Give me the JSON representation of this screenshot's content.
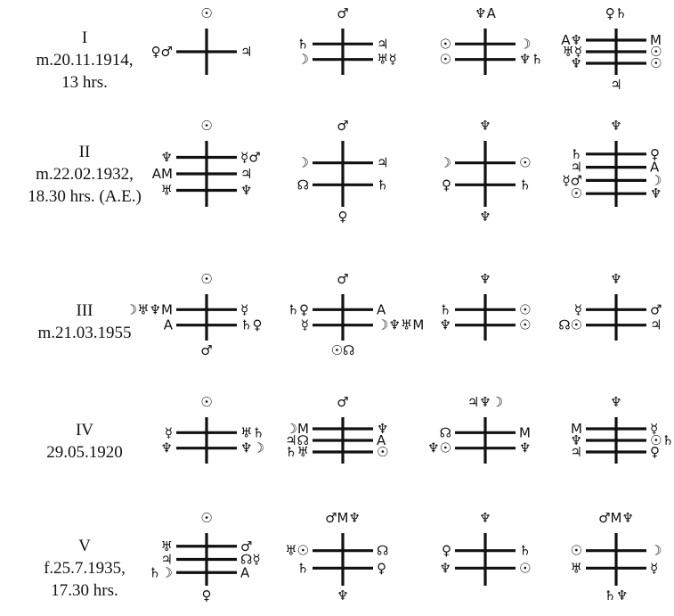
{
  "rows": [
    {
      "id": "I",
      "label": [
        "I",
        "m.20.11.1914,",
        "13 hrs."
      ],
      "diagrams": [
        {
          "top": "☉",
          "bottom": "",
          "bars": [
            {
              "left": "♀♂",
              "right": "♃"
            }
          ]
        },
        {
          "top": "♂",
          "bottom": "",
          "bars": [
            {
              "left": "♄",
              "right": "♃"
            },
            {
              "left": "☽",
              "right": "♅☿"
            }
          ]
        },
        {
          "top": "♆A",
          "bottom": "",
          "bars": [
            {
              "left": "☉",
              "right": "☽"
            },
            {
              "left": "☉",
              "right": "♆♄"
            }
          ]
        },
        {
          "top": "♀♄",
          "bottom": "♃",
          "bars": [
            {
              "left": "A♆",
              "right": "M"
            },
            {
              "left": "♅☿",
              "right": "☉"
            },
            {
              "left": "♆",
              "right": "☉"
            }
          ]
        }
      ]
    },
    {
      "id": "II",
      "label": [
        "II",
        "m.22.02.1932,",
        "18.30 hrs. (A.E.)"
      ],
      "diagrams": [
        {
          "top": "☉",
          "bottom": "",
          "bars": [
            {
              "left": "♆",
              "right": "☿♂"
            },
            {
              "left": "AM",
              "right": "♃"
            },
            {
              "left": "♅",
              "right": "♆"
            }
          ]
        },
        {
          "top": "♂",
          "bottom": "♀",
          "bars": [
            {
              "left": "☽",
              "right": "♃"
            },
            {
              "left": "☊",
              "right": "♄"
            }
          ]
        },
        {
          "top": "♆",
          "bottom": "♆",
          "bars": [
            {
              "left": "☽",
              "right": "☉"
            },
            {
              "left": "♀",
              "right": "♄"
            }
          ]
        },
        {
          "top": "♆",
          "bottom": "",
          "bars": [
            {
              "left": "♄",
              "right": "♀"
            },
            {
              "left": "♃",
              "right": "A"
            },
            {
              "left": "☿♂",
              "right": "☽"
            },
            {
              "left": "☉",
              "right": "♆"
            }
          ]
        }
      ]
    },
    {
      "id": "III",
      "label": [
        "III",
        "m.21.03.1955"
      ],
      "diagrams": [
        {
          "top": "☉",
          "bottom": "♂",
          "bars": [
            {
              "left": "☽♅♆M",
              "right": "☿"
            },
            {
              "left": "A",
              "right": "♄♀"
            }
          ]
        },
        {
          "top": "♂",
          "bottom": "☉☊",
          "bars": [
            {
              "left": "♄♀",
              "right": "A"
            },
            {
              "left": "☿",
              "right": "☽♆♅M"
            }
          ]
        },
        {
          "top": "♆",
          "bottom": "",
          "bars": [
            {
              "left": "♄",
              "right": "☉"
            },
            {
              "left": "♆",
              "right": "☉"
            }
          ]
        },
        {
          "top": "♆",
          "bottom": "",
          "bars": [
            {
              "left": "☿",
              "right": "♂"
            },
            {
              "left": "☊☉",
              "right": "♃"
            }
          ]
        }
      ]
    },
    {
      "id": "IV",
      "label": [
        "IV",
        "29.05.1920"
      ],
      "diagrams": [
        {
          "top": "☉",
          "bottom": "",
          "bars": [
            {
              "left": "☿",
              "right": "♅♄"
            },
            {
              "left": "♆",
              "right": "♆☽"
            }
          ]
        },
        {
          "top": "♂",
          "bottom": "",
          "bars": [
            {
              "left": "☽M",
              "right": "♆"
            },
            {
              "left": "♃☊",
              "right": "A"
            },
            {
              "left": "♄♅",
              "right": "☉"
            }
          ]
        },
        {
          "top": "♃♆☽",
          "bottom": "",
          "bars": [
            {
              "left": "☊",
              "right": "M"
            },
            {
              "left": "♆☉",
              "right": "♆"
            }
          ]
        },
        {
          "top": "♆",
          "bottom": "",
          "bars": [
            {
              "left": "M",
              "right": "☿"
            },
            {
              "left": "♆",
              "right": "☉♄"
            },
            {
              "left": "♃",
              "right": "♀"
            }
          ]
        }
      ]
    },
    {
      "id": "V",
      "label": [
        "V",
        "f.25.7.1935,",
        "17.30 hrs."
      ],
      "diagrams": [
        {
          "top": "☉",
          "bottom": "♀",
          "bars": [
            {
              "left": "♅",
              "right": "♂"
            },
            {
              "left": "♃",
              "right": "☊☿"
            },
            {
              "left": "♄☽",
              "right": "A"
            }
          ]
        },
        {
          "top": "♂M♆",
          "bottom": "♆",
          "bars": [
            {
              "left": "♅☉",
              "right": "☊"
            },
            {
              "left": "♄",
              "right": "♀"
            }
          ]
        },
        {
          "top": "♆",
          "bottom": "",
          "bars": [
            {
              "left": "♀",
              "right": "♄"
            },
            {
              "left": "♆",
              "right": "☉"
            }
          ]
        },
        {
          "top": "♂M♆",
          "bottom": "♄♆",
          "bars": [
            {
              "left": "☉",
              "right": "☽"
            },
            {
              "left": "♅",
              "right": "☿"
            }
          ]
        }
      ]
    }
  ]
}
